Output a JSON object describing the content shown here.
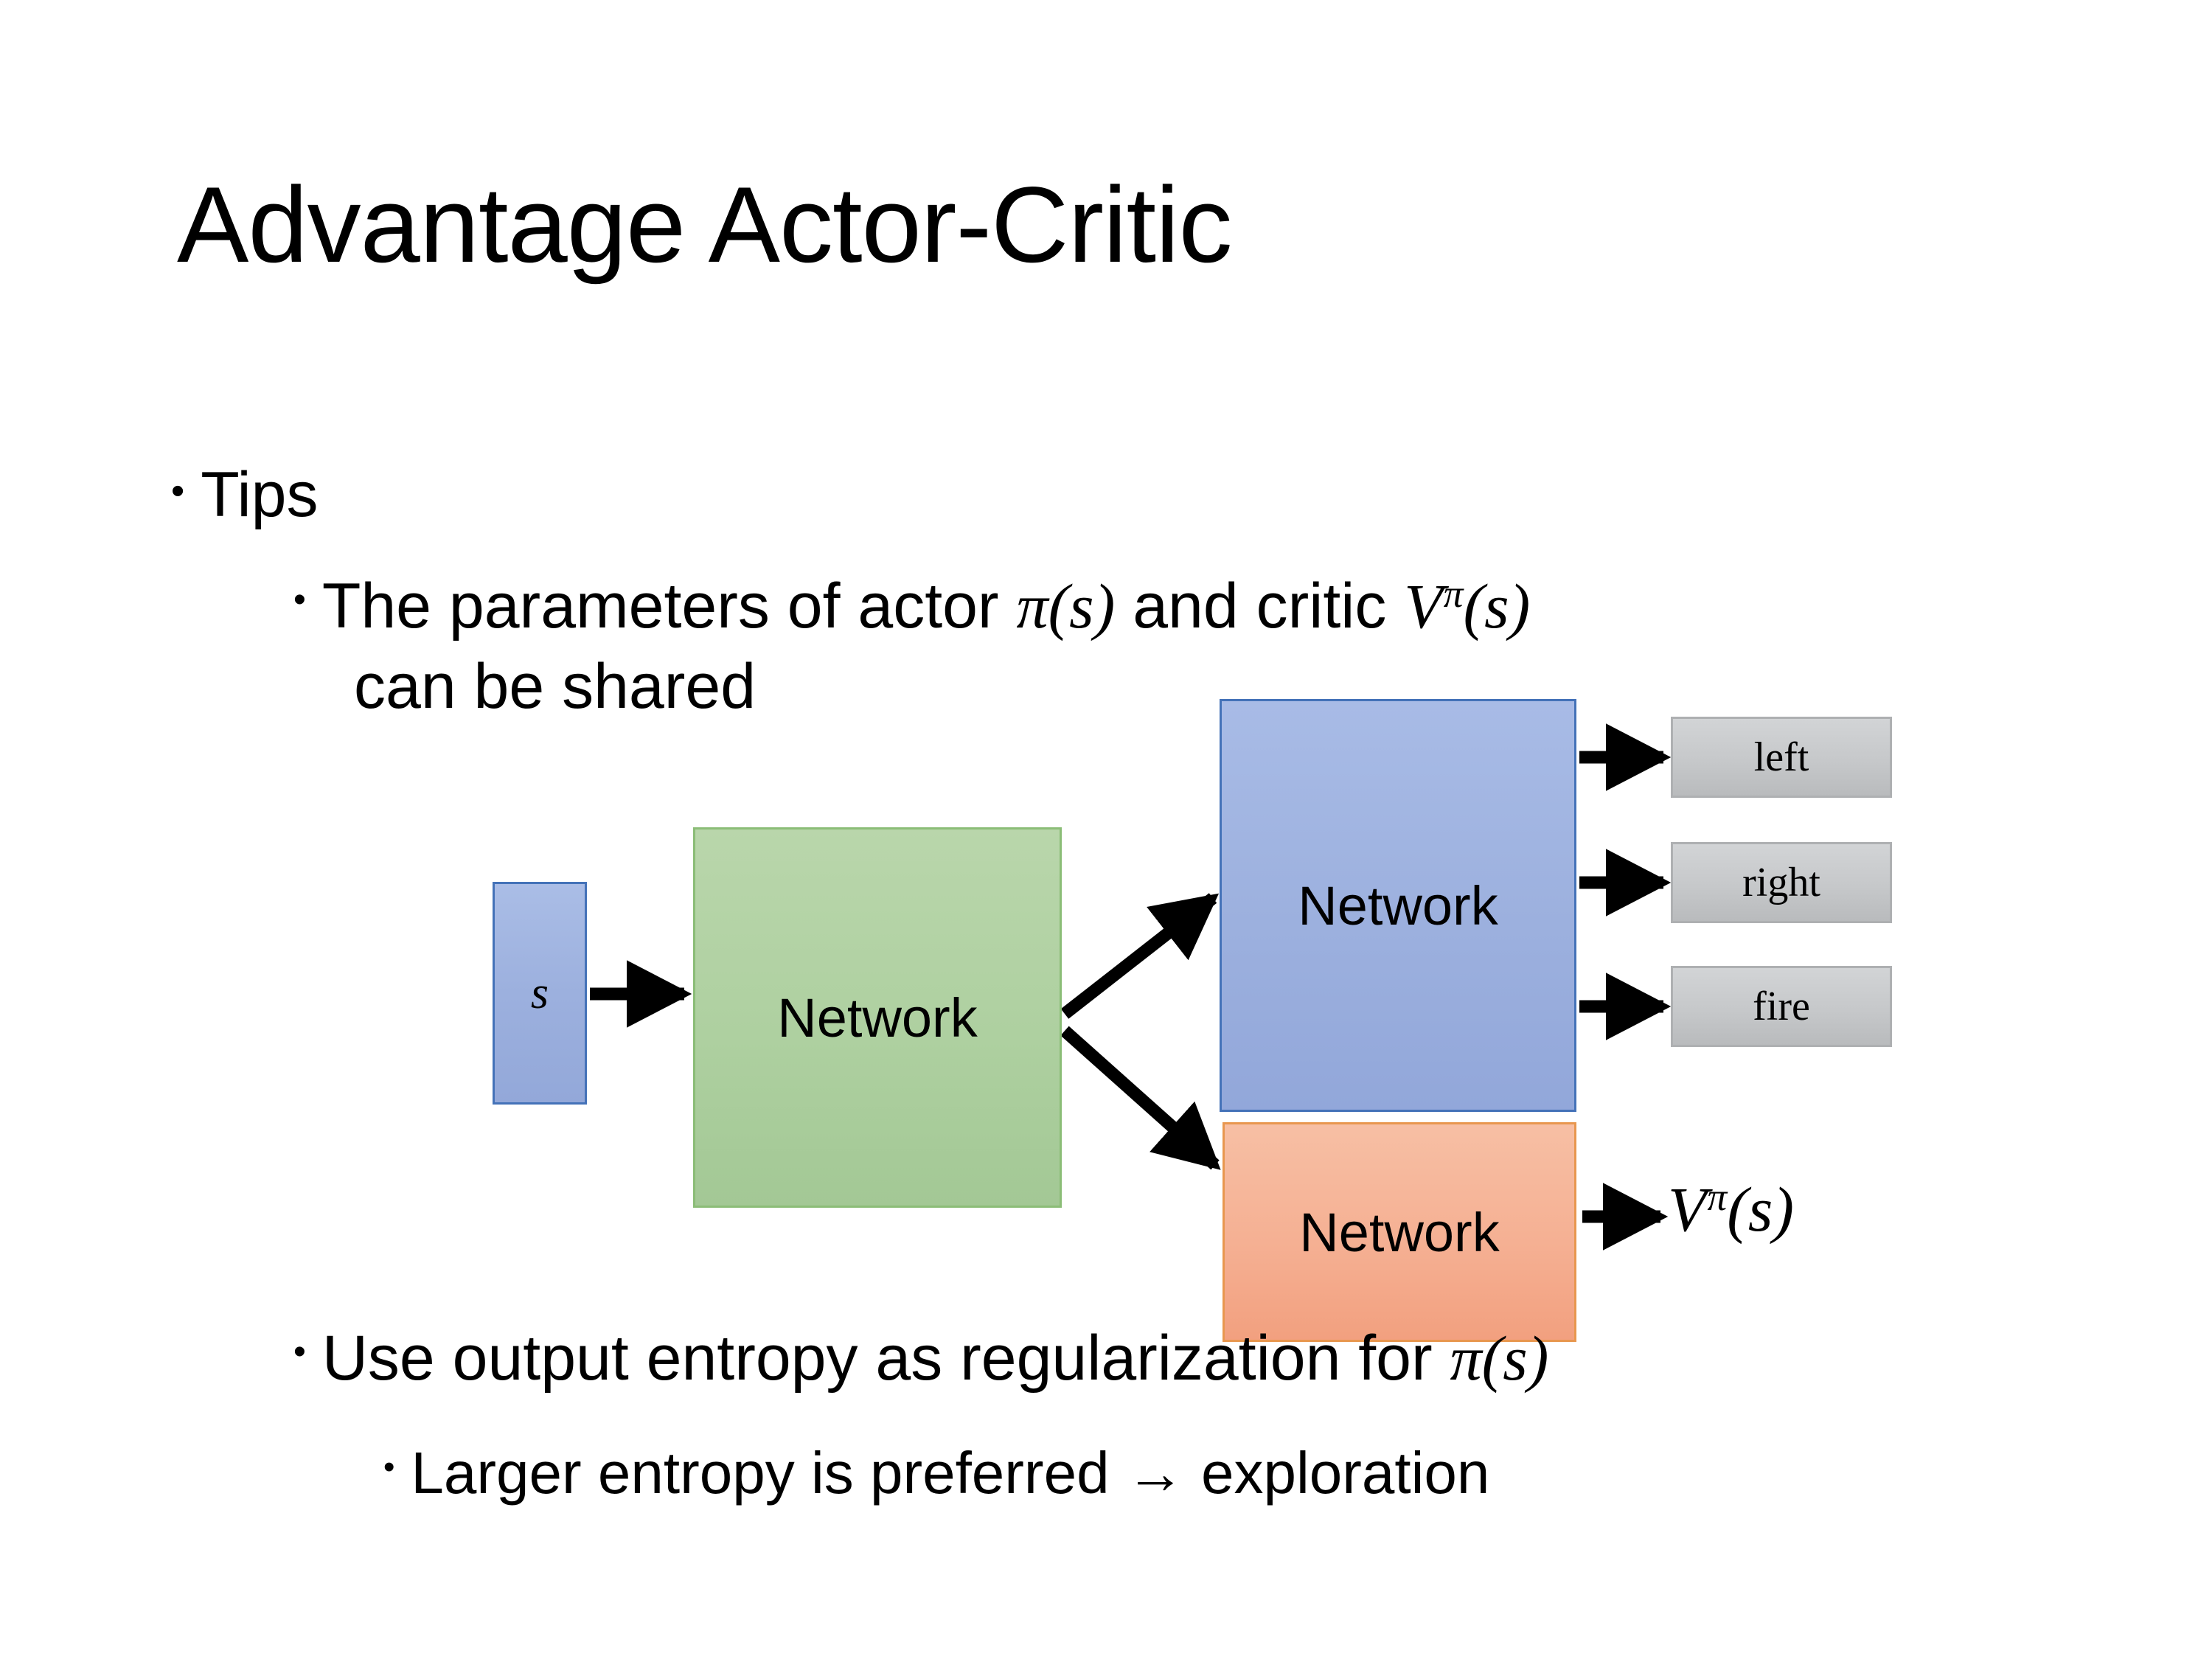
{
  "slide": {
    "title": "Advantage Actor-Critic",
    "background_color": "#ffffff"
  },
  "bullets": {
    "tips": {
      "marker": "•",
      "label": "Tips"
    },
    "shared_params": {
      "marker": "•",
      "text_before": "The parameters of actor ",
      "actor_symbol": "π(s)",
      "text_middle": " and critic ",
      "critic_symbol_base": "V",
      "critic_symbol_sup": "π",
      "critic_symbol_arg": "(s)",
      "line2": "can be shared"
    },
    "entropy": {
      "marker": "•",
      "text_before": "Use output entropy as regularization for ",
      "policy_symbol": "π(s)"
    },
    "larger_entropy": {
      "marker": "•",
      "text": "Larger entropy is preferred → exploration"
    }
  },
  "diagram": {
    "input_node": {
      "label": "s",
      "color": "#9cb0de",
      "border_color": "#4472b8"
    },
    "shared_node": {
      "label": "Network",
      "color": "#aed0a0",
      "border_color": "#8bbd77"
    },
    "actor_node": {
      "label": "Network",
      "color": "#9cb0de",
      "border_color": "#4472b8"
    },
    "critic_node": {
      "label": "Network",
      "color": "#f5b093",
      "border_color": "#e8974f"
    },
    "action_outputs": [
      {
        "label": "left",
        "color": "#c6c8ca"
      },
      {
        "label": "right",
        "color": "#c6c8ca"
      },
      {
        "label": "fire",
        "color": "#c6c8ca"
      }
    ],
    "value_output": {
      "base": "V",
      "superscript": "π",
      "argument": "(s)"
    },
    "arrows": [
      {
        "name": "s-to-shared",
        "from": "input_node",
        "to": "shared_node"
      },
      {
        "name": "shared-to-actor",
        "from": "shared_node",
        "to": "actor_node"
      },
      {
        "name": "shared-to-critic",
        "from": "shared_node",
        "to": "critic_node"
      },
      {
        "name": "actor-to-left",
        "from": "actor_node",
        "to": "left"
      },
      {
        "name": "actor-to-right",
        "from": "actor_node",
        "to": "right"
      },
      {
        "name": "actor-to-fire",
        "from": "actor_node",
        "to": "fire"
      },
      {
        "name": "critic-to-value",
        "from": "critic_node",
        "to": "value_output"
      }
    ],
    "arrow_color": "#000000"
  }
}
